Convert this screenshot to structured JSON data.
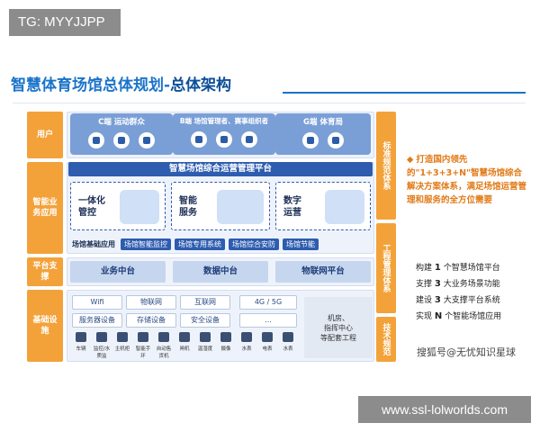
{
  "tag": "TG: MYYJJPP",
  "slide": {
    "title_main": "智慧体育场馆总体规划-",
    "title_bold": "总体架构"
  },
  "rows": {
    "user": "用户",
    "smart_business": "智能业务应用",
    "platform_support": "平台支撑",
    "infrastructure": "基础设施"
  },
  "right_cols": {
    "standards": "标准规范体系",
    "operations": "工程管理体系",
    "tech": "技术规范"
  },
  "terminals": [
    {
      "label": "C端  运动群众"
    },
    {
      "label": "B端  场馆管理者、赛事组织者"
    },
    {
      "label": "G端  体育局"
    }
  ],
  "platform_bar": "智慧场馆综合运营管理平台",
  "business": [
    {
      "label": "一体化\n管控"
    },
    {
      "label": "智能\n服务"
    },
    {
      "label": "数字\n运营"
    }
  ],
  "apps": {
    "label": "场馆基础应用",
    "items": [
      "场馆智能监控",
      "场馆专用系统",
      "场馆综合安防",
      "场馆节能"
    ]
  },
  "middle": [
    "业务中台",
    "数据中台",
    "物联网平台"
  ],
  "infra_rows": [
    [
      "Wifi",
      "物联网",
      "互联网",
      "4G / 5G"
    ],
    [
      "服务器设备",
      "存储设备",
      "安全设备",
      "..."
    ]
  ],
  "devices": [
    "车辆",
    "监控/水质监",
    "主机柜",
    "智能手环",
    "自动售货机",
    "闸机",
    "温湿度",
    "摄像",
    "水表",
    "电表",
    "水表"
  ],
  "machine_room": "机房、\n指挥中心\n等配套工程",
  "side_text": "打造国内领先的\"1+3+3+N\"智慧场馆综合解决方案体系，满足场馆运营管理和服务的全方位需要",
  "side_list": [
    {
      "pre": "构建",
      "num": "1",
      "post": "个智慧场馆平台"
    },
    {
      "pre": "支撑",
      "num": "3",
      "post": "大业务场景功能"
    },
    {
      "pre": "建设",
      "num": "3",
      "post": "大支撑平台系统"
    },
    {
      "pre": "实现",
      "num": "N",
      "post": "个智能场馆应用"
    }
  ],
  "watermark_sohu": "搜狐号@无忧知识星球",
  "watermark_url": "www.ssl-lolworlds.com"
}
